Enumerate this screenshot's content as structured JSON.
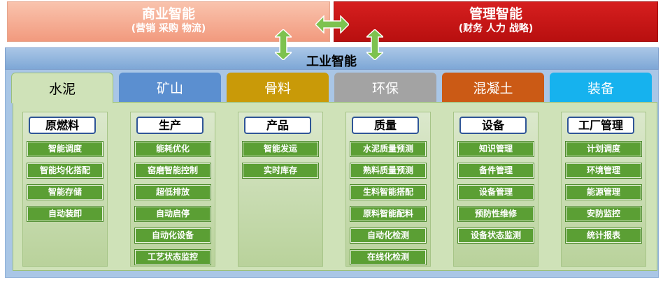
{
  "business": {
    "title": "商业智能",
    "subtitle": "(营销 采购 物流)"
  },
  "management": {
    "title": "管理智能",
    "subtitle": "(财务 人力 战略)"
  },
  "industrial": {
    "title": "工业智能"
  },
  "colors": {
    "business": "#f4a98c",
    "management": "#c81414",
    "arrow": "#7dc24f",
    "item": "#5b9f34",
    "header_border": "#2f5597"
  },
  "tabs": [
    {
      "label": "水泥",
      "color": "#cfe2b8",
      "active": true
    },
    {
      "label": "矿山",
      "color": "#5b8fd0",
      "active": false
    },
    {
      "label": "骨料",
      "color": "#c99a08",
      "active": false
    },
    {
      "label": "环保",
      "color": "#a3a3a3",
      "active": false
    },
    {
      "label": "混凝土",
      "color": "#cb5a15",
      "active": false
    },
    {
      "label": "装备",
      "color": "#16b2ee",
      "active": false
    }
  ],
  "columns": [
    {
      "header": "原燃料",
      "items": [
        "智能调度",
        "智能均化搭配",
        "智能存储",
        "自动装卸"
      ]
    },
    {
      "header": "生产",
      "items": [
        "能耗优化",
        "窑磨智能控制",
        "超低排放",
        "自动启停",
        "自动化设备",
        "工艺状态监控"
      ]
    },
    {
      "header": "产品",
      "items": [
        "智能发运",
        "实时库存"
      ]
    },
    {
      "header": "质量",
      "items": [
        "水泥质量预测",
        "熟料质量预测",
        "生料智能搭配",
        "原料智能配料",
        "自动化检测",
        "在线化检测"
      ]
    },
    {
      "header": "设备",
      "items": [
        "知识管理",
        "备件管理",
        "设备管理",
        "预防性维修",
        "设备状态监测"
      ]
    },
    {
      "header": "工厂管理",
      "items": [
        "计划调度",
        "环境管理",
        "能源管理",
        "安防监控",
        "统计报表"
      ]
    }
  ]
}
